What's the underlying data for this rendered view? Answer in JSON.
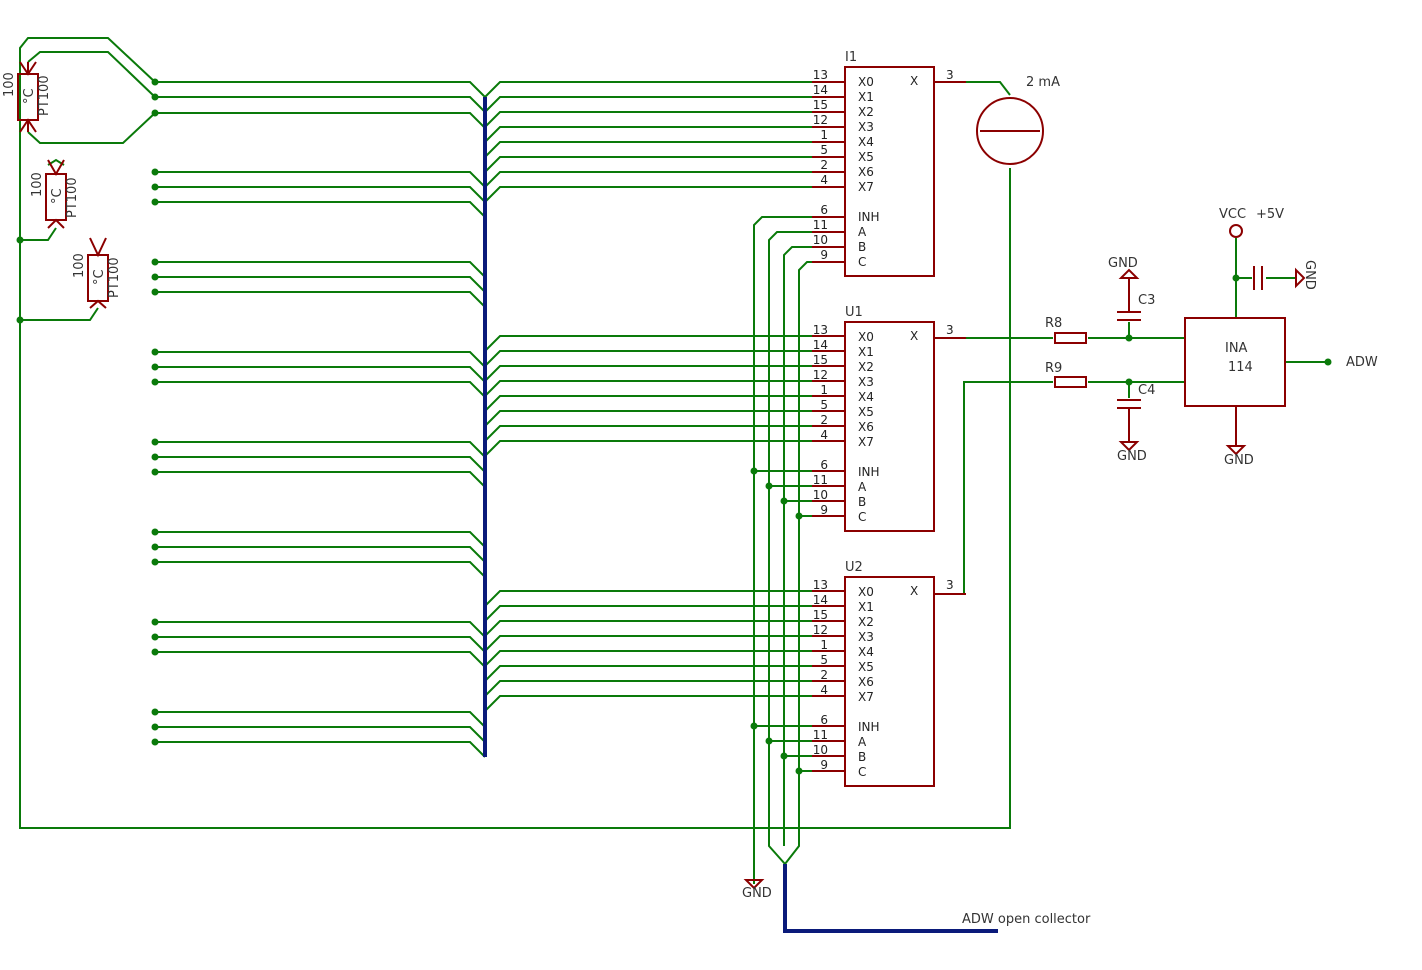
{
  "colors": {
    "wire": "#0a7a0a",
    "part": "#8b0000",
    "bus": "#0a1a7a",
    "text": "#222222",
    "vcc_value": "#0a7a0a"
  },
  "chips": [
    {
      "name": "I1",
      "output_pin": "3",
      "output_label": "X",
      "inputs": [
        {
          "pin": "13",
          "label": "X0"
        },
        {
          "pin": "14",
          "label": "X1"
        },
        {
          "pin": "15",
          "label": "X2"
        },
        {
          "pin": "12",
          "label": "X3"
        },
        {
          "pin": "1",
          "label": "X4"
        },
        {
          "pin": "5",
          "label": "X5"
        },
        {
          "pin": "2",
          "label": "X6"
        },
        {
          "pin": "4",
          "label": "X7"
        }
      ],
      "controls": [
        {
          "pin": "6",
          "label": "INH"
        },
        {
          "pin": "11",
          "label": "A"
        },
        {
          "pin": "10",
          "label": "B"
        },
        {
          "pin": "9",
          "label": "C"
        }
      ]
    },
    {
      "name": "U1",
      "output_pin": "3",
      "output_label": "X",
      "inputs": [
        {
          "pin": "13",
          "label": "X0"
        },
        {
          "pin": "14",
          "label": "X1"
        },
        {
          "pin": "15",
          "label": "X2"
        },
        {
          "pin": "12",
          "label": "X3"
        },
        {
          "pin": "1",
          "label": "X4"
        },
        {
          "pin": "5",
          "label": "X5"
        },
        {
          "pin": "2",
          "label": "X6"
        },
        {
          "pin": "4",
          "label": "X7"
        }
      ],
      "controls": [
        {
          "pin": "6",
          "label": "INH"
        },
        {
          "pin": "11",
          "label": "A"
        },
        {
          "pin": "10",
          "label": "B"
        },
        {
          "pin": "9",
          "label": "C"
        }
      ]
    },
    {
      "name": "U2",
      "output_pin": "3",
      "output_label": "X",
      "inputs": [
        {
          "pin": "13",
          "label": "X0"
        },
        {
          "pin": "14",
          "label": "X1"
        },
        {
          "pin": "15",
          "label": "X2"
        },
        {
          "pin": "12",
          "label": "X3"
        },
        {
          "pin": "1",
          "label": "X4"
        },
        {
          "pin": "5",
          "label": "X5"
        },
        {
          "pin": "2",
          "label": "X6"
        },
        {
          "pin": "4",
          "label": "X7"
        }
      ],
      "controls": [
        {
          "pin": "6",
          "label": "INH"
        },
        {
          "pin": "11",
          "label": "A"
        },
        {
          "pin": "10",
          "label": "B"
        },
        {
          "pin": "9",
          "label": "C"
        }
      ]
    }
  ],
  "sensors": [
    {
      "value": "100",
      "type": "PT100",
      "unit": "°C"
    },
    {
      "value": "100",
      "type": "PT100",
      "unit": "°C"
    },
    {
      "value": "100",
      "type": "PT100",
      "unit": "°C"
    }
  ],
  "current_source": {
    "value": "2 mA"
  },
  "resistors": [
    {
      "name": "R8"
    },
    {
      "name": "R9"
    }
  ],
  "capacitors": [
    {
      "name": "C3"
    },
    {
      "name": "C4"
    }
  ],
  "amplifier": {
    "name": "INA",
    "model": "114"
  },
  "power": {
    "vcc_label": "VCC",
    "vcc_value": "+5V"
  },
  "ground_labels": {
    "gnd1": "GND",
    "gnd2": "GND",
    "gnd3": "GND",
    "gnd4": "GND",
    "gnd5": "GND"
  },
  "net_labels": {
    "adw": "ADW",
    "adw_oc": "ADW open collector"
  }
}
